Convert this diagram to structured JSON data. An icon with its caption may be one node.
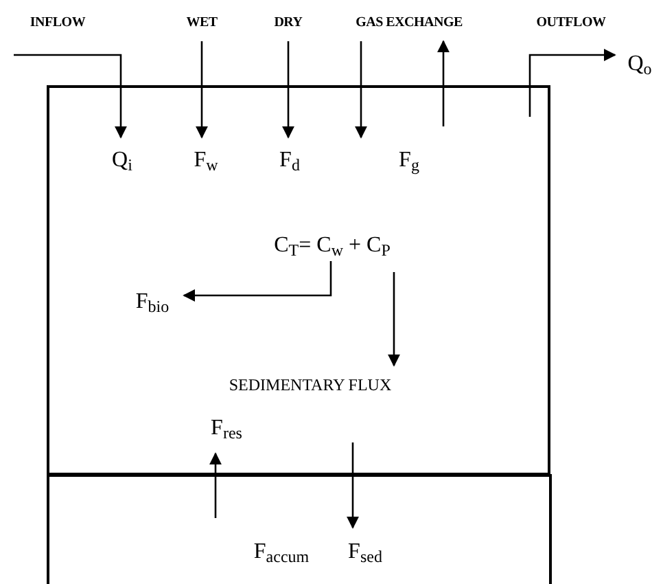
{
  "diagram": {
    "nodes": [
      {
        "text": [
          "WET"
        ]
      },
      {
        "text": [
          "DRY"
        ]
      },
      {
        "text": [
          "GAS EXCHANGE"
        ]
      },
      {
        "text": [
          "Q$_{o}$"
        ]
      },
      {
        "text": [],
        "shape": "box"
      },
      {
        "text": [
          "Q$_{i}$"
        ],
        "in": 4
      },
      {
        "text": [
          "F$_{w}$"
        ],
        "in": 4
      },
      {
        "text": [
          "F$_{d}$"
        ],
        "in": 4
      },
      {
        "text": [
          "F$_{g}$"
        ],
        "in": 4
      },
      {
        "text": [
          "C$_{T}$= C$_{w}$ + C$_{P}$"
        ],
        "in": 4
      },
      {
        "text": [
          "F$_{bio}$"
        ],
        "in": 4
      },
      {
        "text": [
          "SEDIMENTARY FLUX"
        ],
        "in": 4
      },
      {
        "text": [
          "F$_{res}$"
        ],
        "in": 4
      },
      {
        "text": [],
        "shape": "box"
      },
      {
        "text": [
          "F$_{accum}$"
        ],
        "in": 13
      },
      {
        "text": [
          "F$_{sed}$"
        ],
        "in": 13
      }
    ],
    "edges": [
      {
        "from": null,
        "to": 5,
        "arrow": "to"
      },
      {
        "from": 0,
        "to": 6,
        "arrow": "to"
      },
      {
        "from": 1,
        "to": 7,
        "arrow": "to"
      },
      {
        "from": 2,
        "to": 8,
        "arrow": "to"
      },
      {
        "from": null,
        "to": 2,
        "arrow": "to"
      },
      {
        "from": null,
        "to": 3,
        "arrow": "to"
      },
      {
        "from": 9,
        "to": 10,
        "arrow": "to"
      },
      {
        "from": 9,
        "to": 11,
        "arrow": "to"
      },
      {
        "from": null,
        "to": 12,
        "arrow": "to"
      },
      {
        "from": null,
        "to": 15,
        "arrow": "to"
      }
    ],
    "labels": [
      "INFLOW",
      "OUTFLOW"
    ]
  }
}
